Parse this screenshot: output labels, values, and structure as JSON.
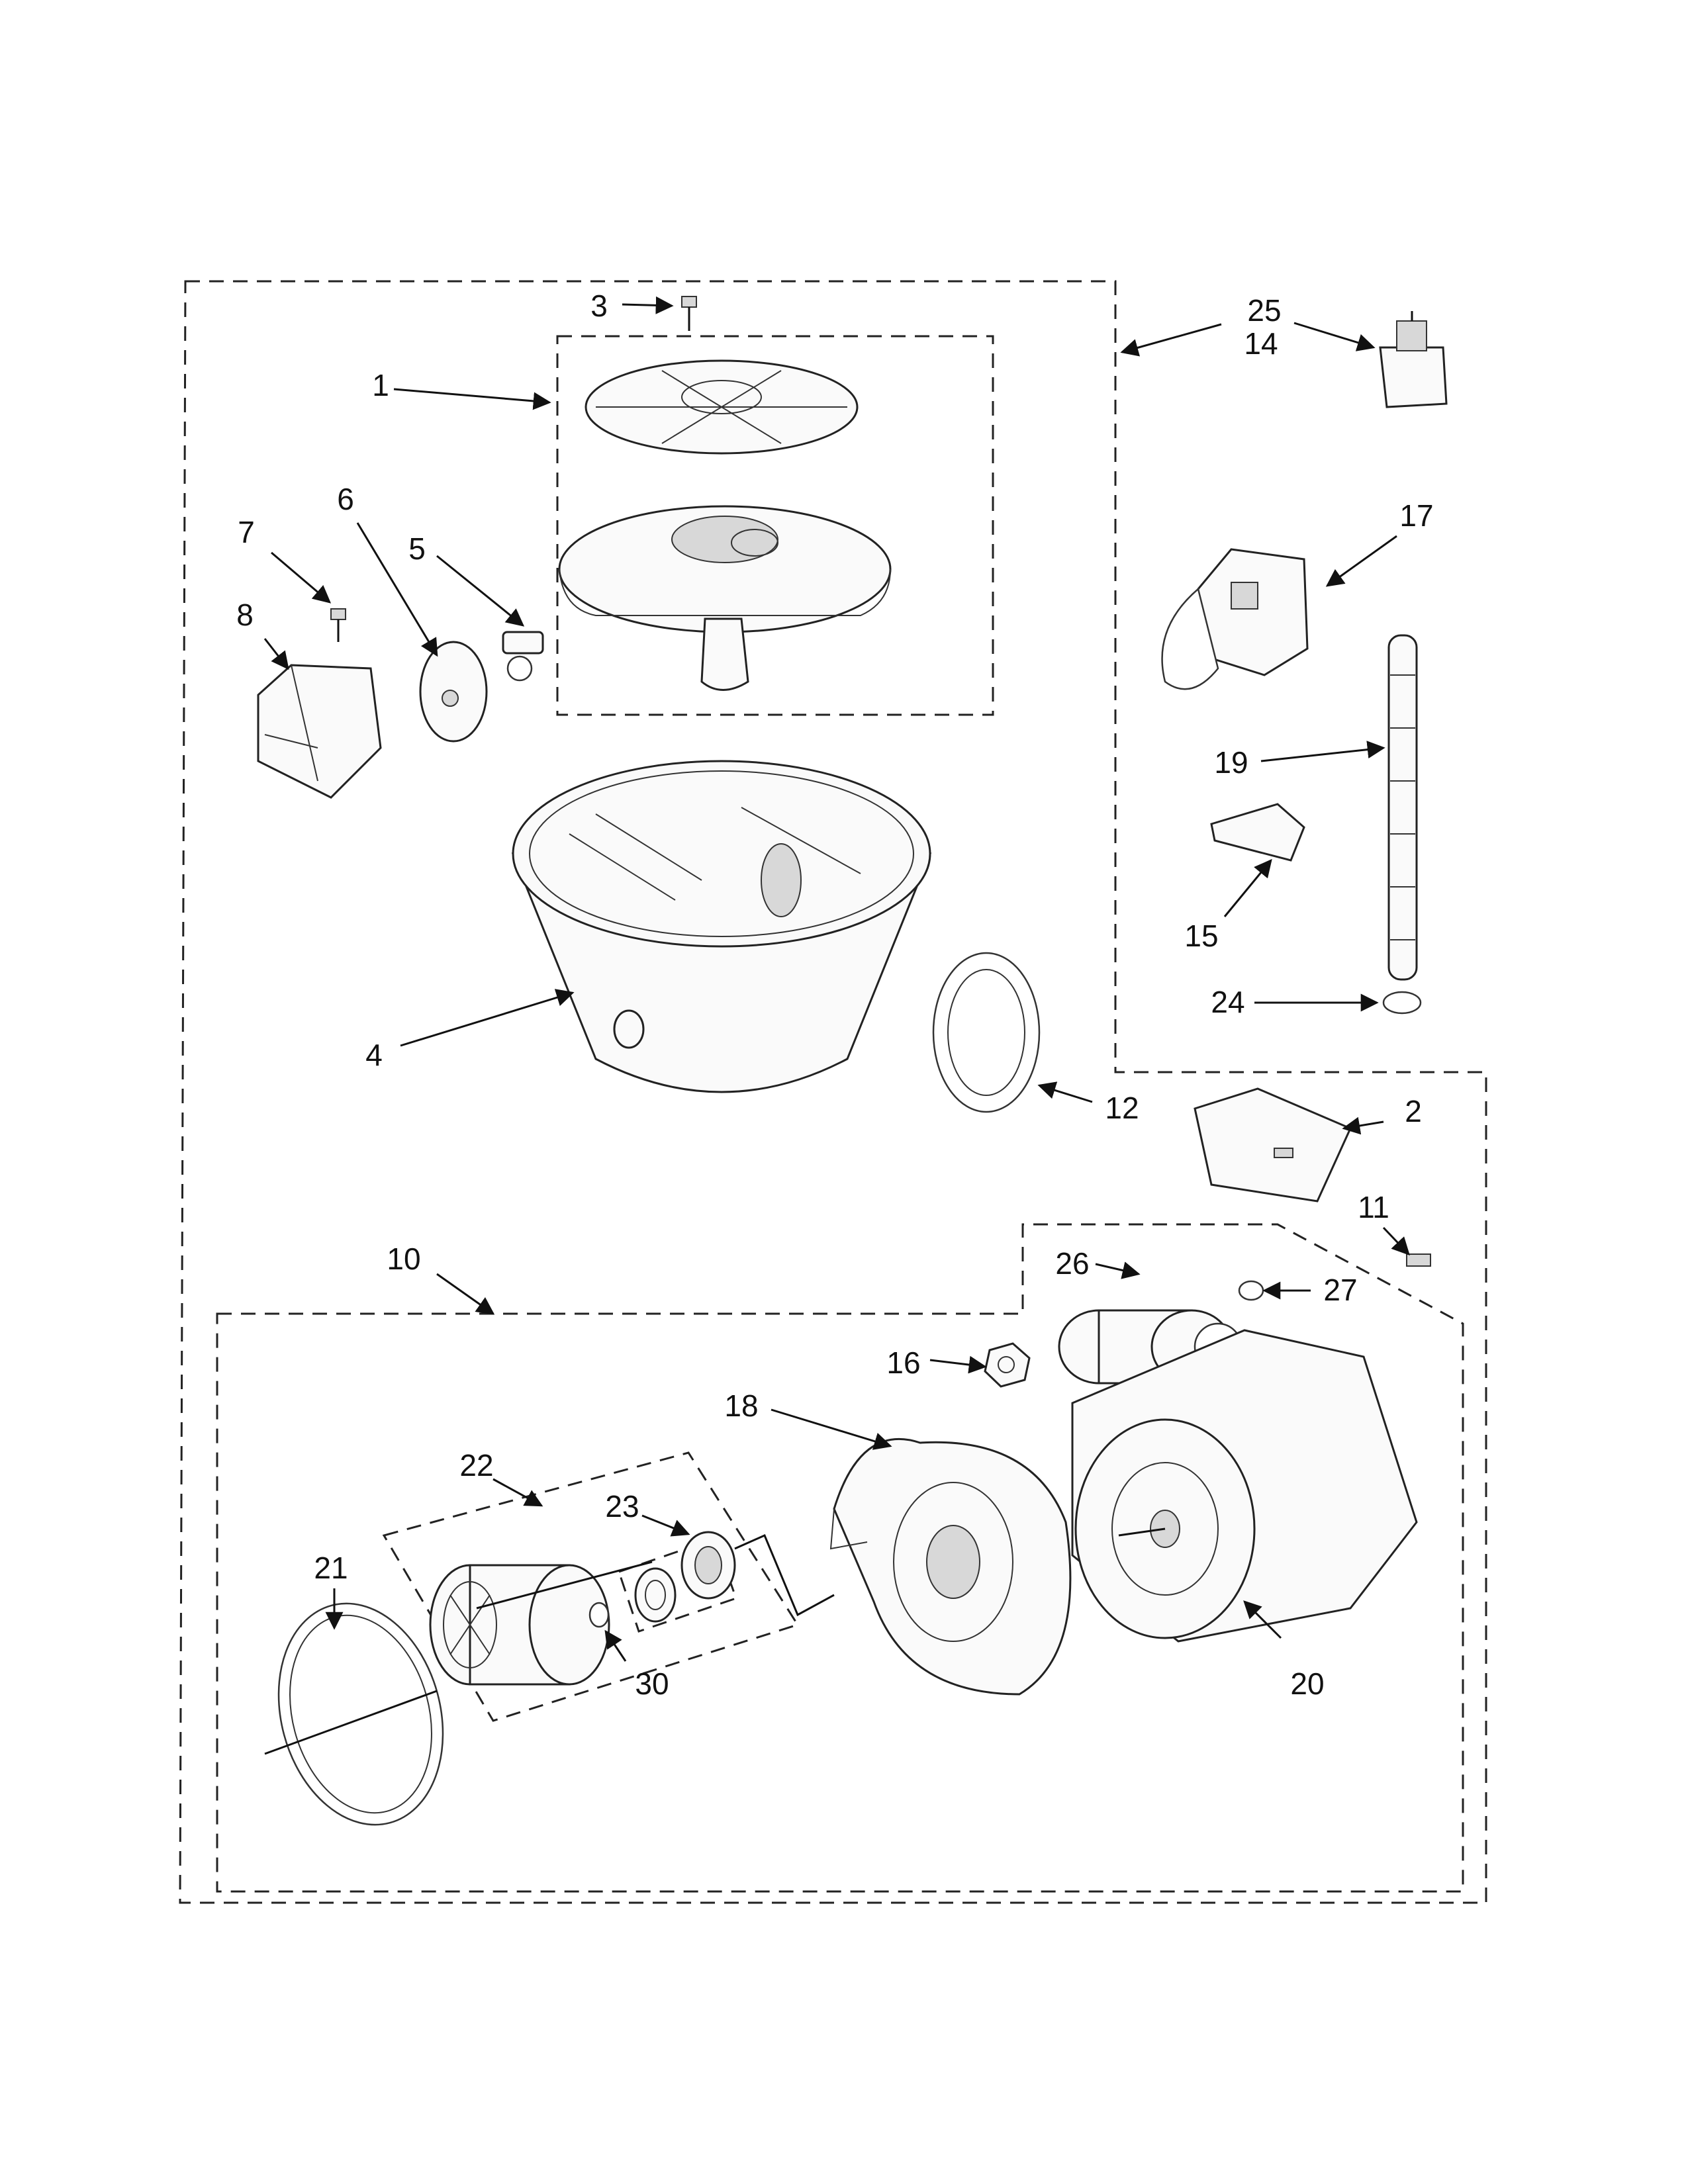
{
  "callouts": [
    {
      "id": "1",
      "label": "1"
    },
    {
      "id": "2",
      "label": "2"
    },
    {
      "id": "3",
      "label": "3"
    },
    {
      "id": "4",
      "label": "4"
    },
    {
      "id": "5",
      "label": "5"
    },
    {
      "id": "6",
      "label": "6"
    },
    {
      "id": "7",
      "label": "7"
    },
    {
      "id": "8",
      "label": "8"
    },
    {
      "id": "10",
      "label": "10"
    },
    {
      "id": "11",
      "label": "11"
    },
    {
      "id": "12",
      "label": "12"
    },
    {
      "id": "14",
      "label": "14"
    },
    {
      "id": "15",
      "label": "15"
    },
    {
      "id": "16",
      "label": "16"
    },
    {
      "id": "17",
      "label": "17"
    },
    {
      "id": "18",
      "label": "18"
    },
    {
      "id": "19",
      "label": "19"
    },
    {
      "id": "20",
      "label": "20"
    },
    {
      "id": "21",
      "label": "21"
    },
    {
      "id": "22",
      "label": "22"
    },
    {
      "id": "23",
      "label": "23"
    },
    {
      "id": "24",
      "label": "24"
    },
    {
      "id": "25",
      "label": "25"
    },
    {
      "id": "26",
      "label": "26"
    },
    {
      "id": "27",
      "label": "27"
    },
    {
      "id": "30",
      "label": "30"
    }
  ]
}
